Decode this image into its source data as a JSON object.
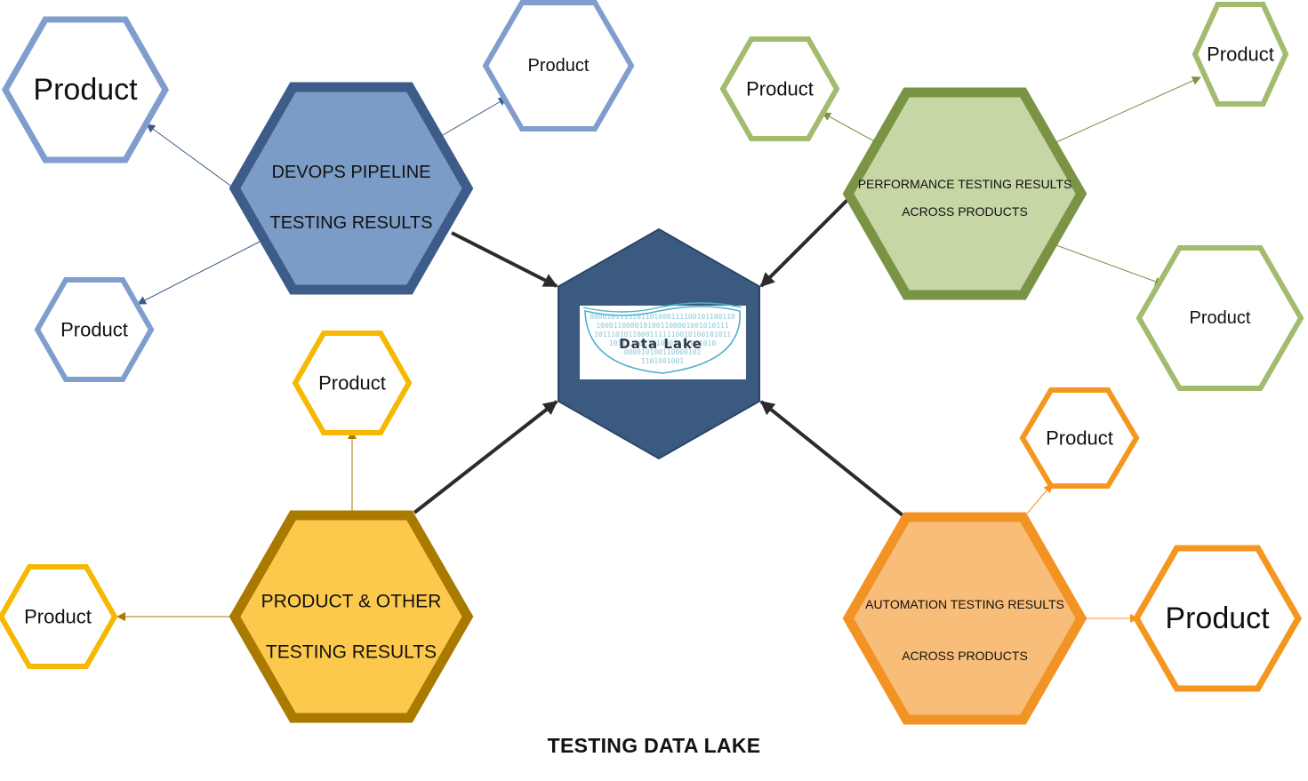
{
  "caption": "TESTING DATA LAKE",
  "center": {
    "title": "Data Lake",
    "binary_lines": [
      "0000101111101101000111100101100110",
      "1000110000101001100001001010111",
      "10111010110001111110010100101011",
      "1011111011010001111001010",
      "000010100110000101",
      "1101001001"
    ]
  },
  "hubs": [
    {
      "id": "devops",
      "lines": [
        "DEVOPS PIPELINE",
        "TESTING RESULTS"
      ],
      "fill": "#7b9cc6",
      "stroke": "#3d5c8a"
    },
    {
      "id": "performance",
      "lines": [
        "PERFORMANCE TESTING RESULTS",
        "ACROSS PRODUCTS"
      ],
      "fill": "#c6d6a4",
      "stroke": "#7a9445"
    },
    {
      "id": "product-other",
      "lines": [
        "PRODUCT & OTHER",
        "TESTING  RESULTS"
      ],
      "fill": "#fdc94c",
      "stroke": "#a97900"
    },
    {
      "id": "automation",
      "lines": [
        "AUTOMATION TESTING RESULTS",
        "ACROSS PRODUCTS"
      ],
      "fill": "#f9bd7a",
      "stroke": "#f39324"
    }
  ],
  "products": [
    {
      "hub": "devops",
      "label": "Product",
      "color": "#7f9ece"
    },
    {
      "hub": "devops",
      "label": "Product",
      "color": "#7f9ece"
    },
    {
      "hub": "devops",
      "label": "Product",
      "color": "#7f9ece"
    },
    {
      "hub": "performance",
      "label": "Product",
      "color": "#a3bb6e"
    },
    {
      "hub": "performance",
      "label": "Product",
      "color": "#a3bb6e"
    },
    {
      "hub": "performance",
      "label": "Product",
      "color": "#a3bb6e"
    },
    {
      "hub": "product-other",
      "label": "Product",
      "color": "#f6b800"
    },
    {
      "hub": "product-other",
      "label": "Product",
      "color": "#f6b800"
    },
    {
      "hub": "automation",
      "label": "Product",
      "color": "#f5961f"
    },
    {
      "hub": "automation",
      "label": "Product",
      "color": "#f5961f"
    }
  ],
  "colors": {
    "center_fill": "#3b5a80",
    "center_stroke": "#2c4566",
    "main_arrow": "#2b2b2b",
    "water": "#4fb2c9",
    "binary": "#8cc9d8"
  }
}
